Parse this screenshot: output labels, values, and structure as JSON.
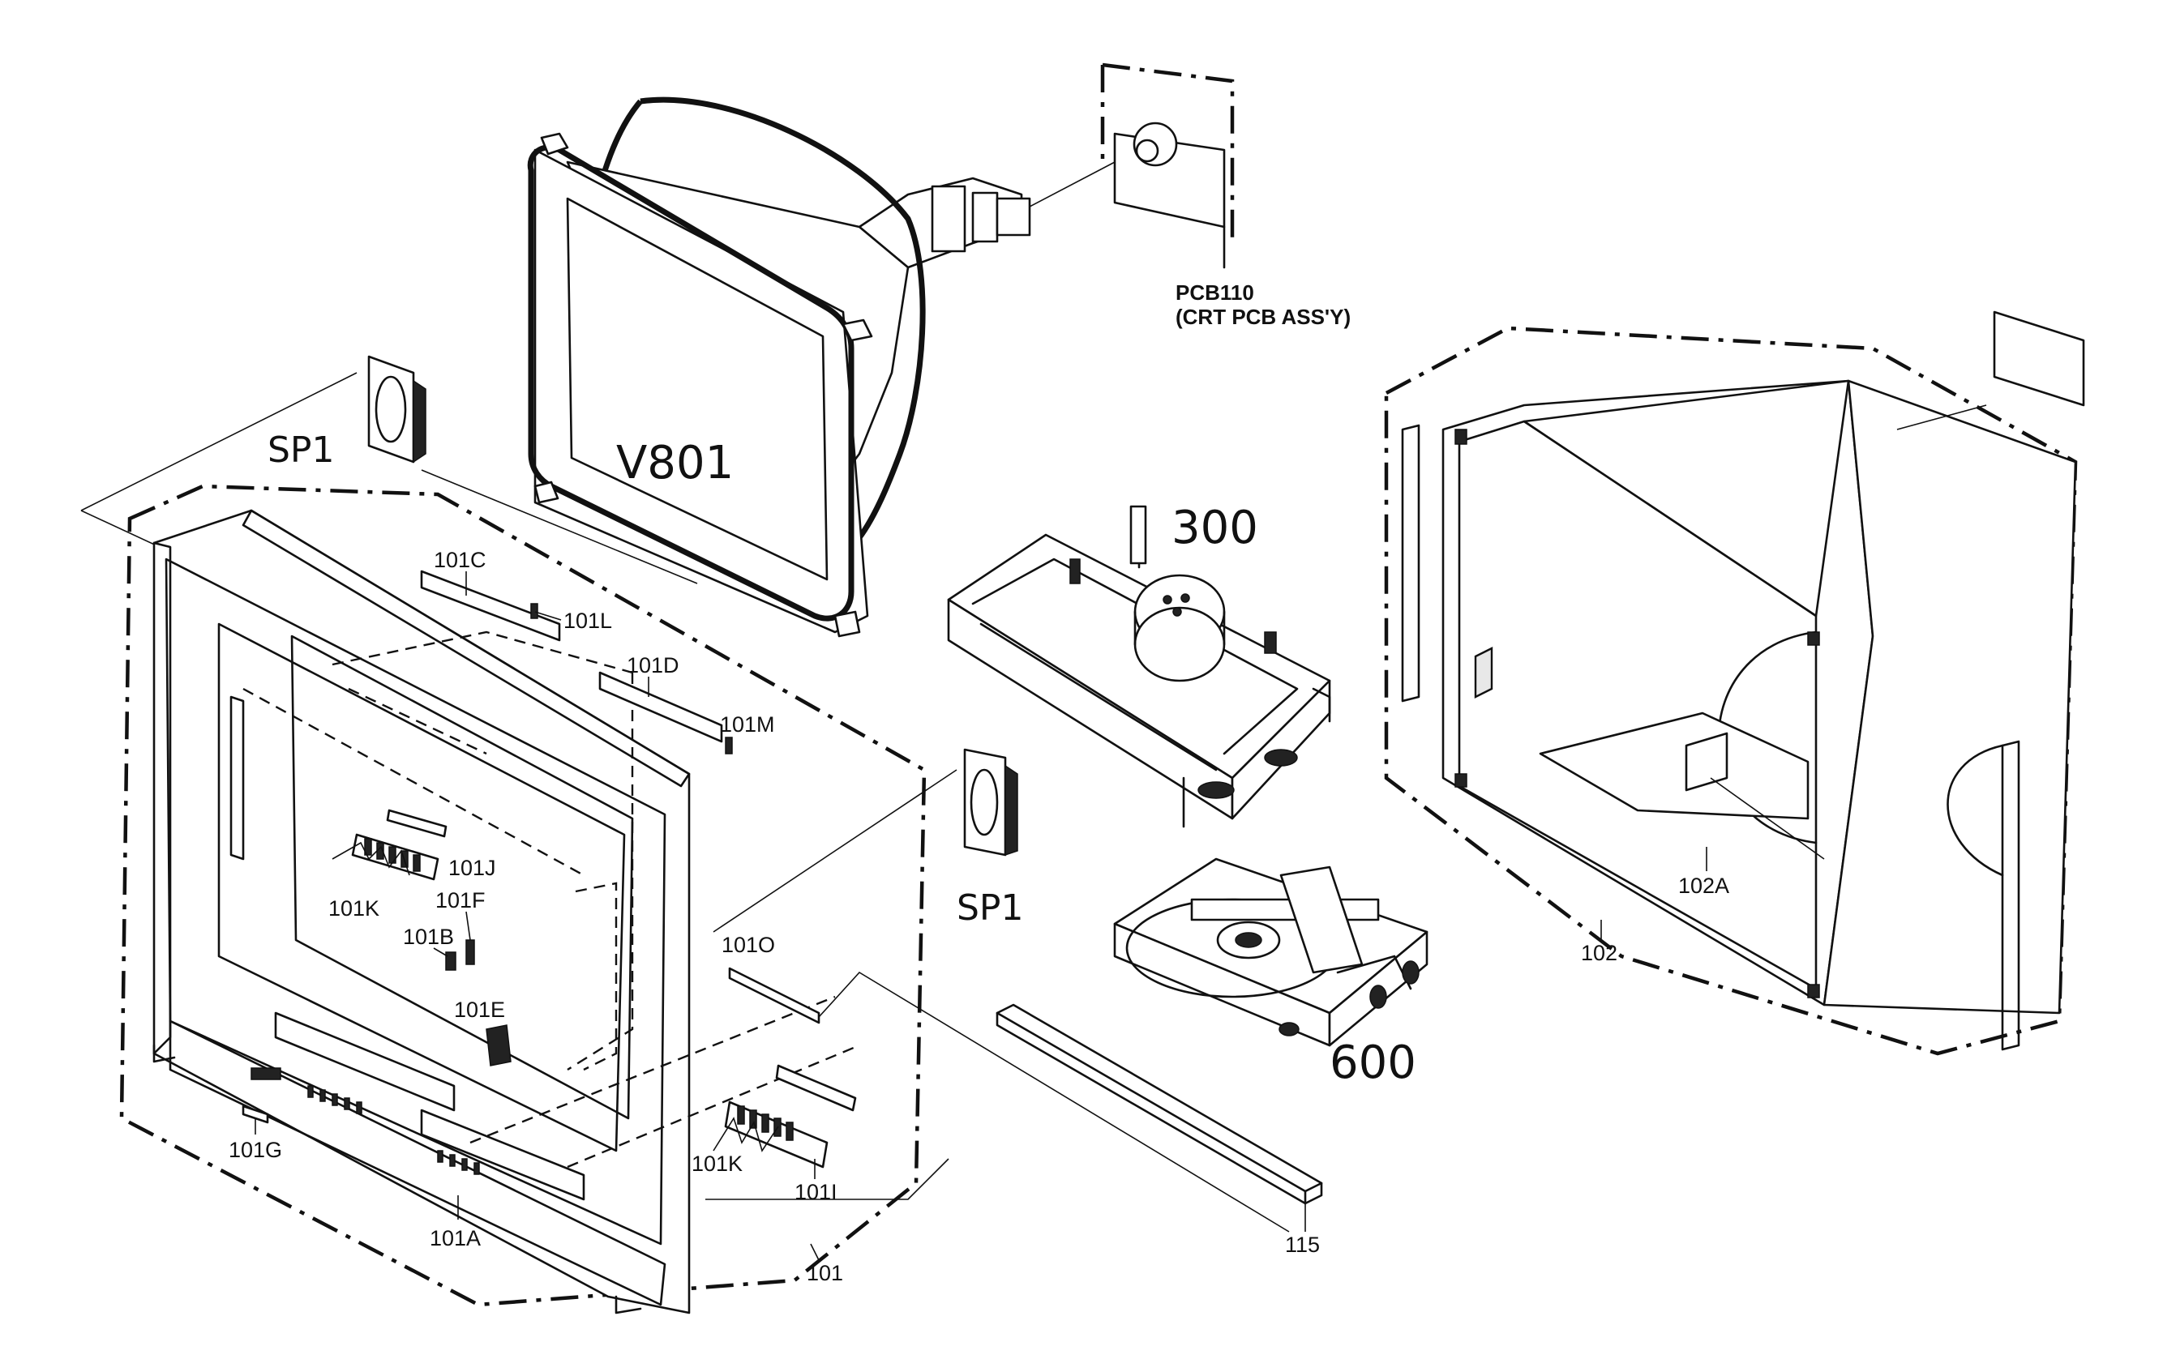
{
  "labels": {
    "pcb110_line1": "PCB110",
    "pcb110_line2": "(CRT PCB ASS'Y)",
    "v801": "V801",
    "sp1_left": "SP1",
    "sp1_center": "SP1",
    "mech_300": "300",
    "dvd_600": "600",
    "p101": "101",
    "p101a": "101A",
    "p101b": "101B",
    "p101c": "101C",
    "p101d": "101D",
    "p101e": "101E",
    "p101f": "101F",
    "p101g": "101G",
    "p101i": "101I",
    "p101j": "101J",
    "p101k_upper": "101K",
    "p101k_lower": "101K",
    "p101l": "101L",
    "p101m": "101M",
    "p101o": "101O",
    "p102": "102",
    "p102a": "102A",
    "p115": "115"
  }
}
